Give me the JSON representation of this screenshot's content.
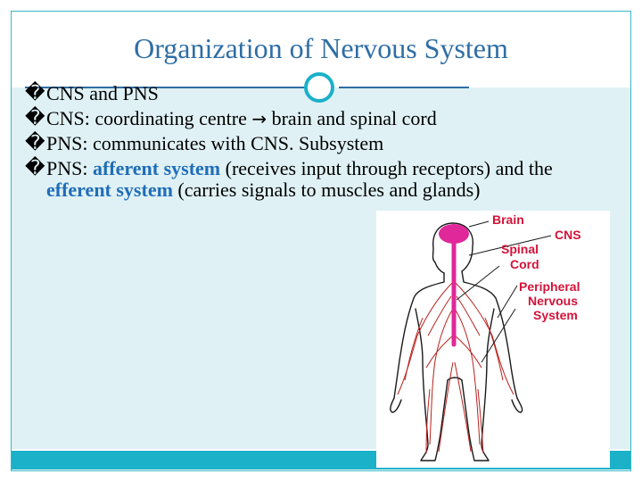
{
  "slide": {
    "title": "Organization of Nervous System",
    "bullet_marker": "�",
    "bullets": [
      {
        "text": "CNS and PNS"
      },
      {
        "pre": "CNS: coordinating centre ",
        "arrow": "→",
        "post": " brain and spinal cord"
      },
      {
        "text": "PNS: communicates with CNS. Subsystem"
      },
      {
        "pre": "PNS: ",
        "em1": "afferent system",
        "mid": " (receives input through receptors) and the ",
        "em2": "efferent system",
        "post": " (carries signals to muscles and glands)"
      }
    ]
  },
  "diagram": {
    "labels": {
      "brain": "Brain",
      "cns": "CNS",
      "spinal_cord": [
        "Spinal",
        "Cord"
      ],
      "peripheral": [
        "Peripheral",
        "Nervous",
        "System"
      ]
    }
  },
  "colors": {
    "accent": "#1ab1c9",
    "title": "#2f6ea5",
    "panel": "#dff1f5",
    "emphasis": "#1f6db8",
    "cns": "#e0289a",
    "nerve": "#b8231e",
    "diagram_label": "#d4133a"
  },
  "icons": [
    "bullet-glyph-icon",
    "right-arrow-icon",
    "ring-decoration-icon"
  ]
}
